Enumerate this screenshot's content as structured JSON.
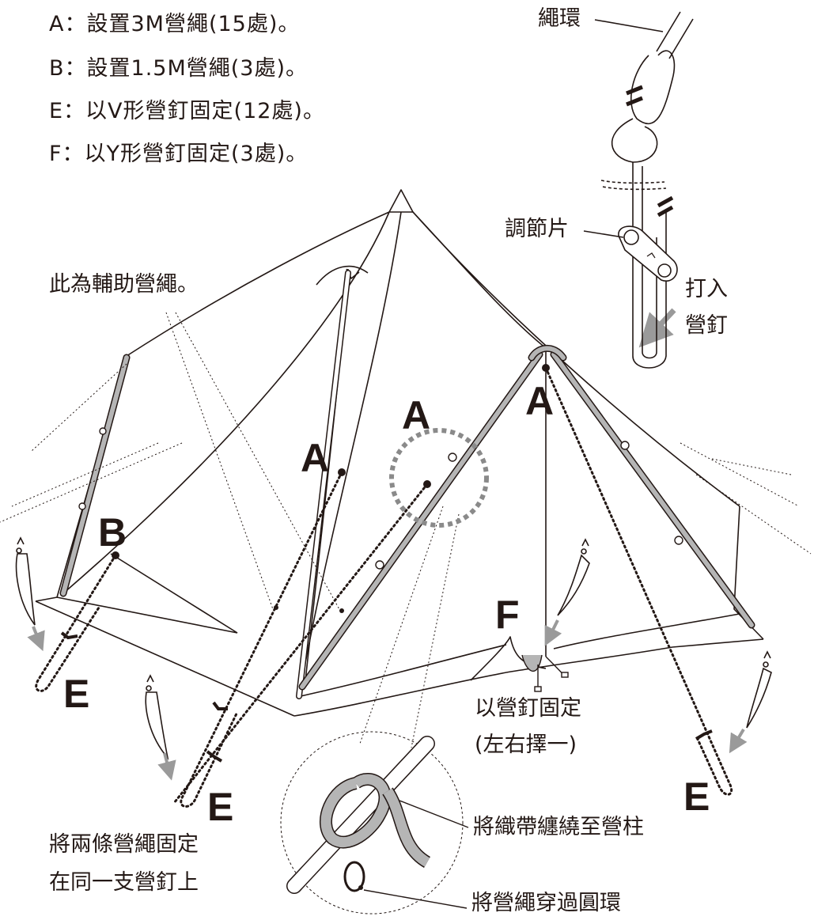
{
  "legend": {
    "a": "A：設置3M營繩(15處)。",
    "b": "B：設置1.5M營繩(3處)。",
    "e": "E：以V形營釘固定(12處)。",
    "f": "F：以Y形營釘固定(3處)。"
  },
  "callouts": {
    "rope_loop": "繩環",
    "adjuster": "調節片",
    "drive_peg_line1": "打入",
    "drive_peg_line2": "營釘",
    "aux_guyline": "此為輔助營繩。",
    "peg_fix_line1": "以營釘固定",
    "peg_fix_line2": "(左右擇一)",
    "two_lines_line1": "將兩條營繩固定",
    "two_lines_line2": "在同一支營釘上",
    "wrap_webbing": "將織帶纏繞至營柱",
    "thread_ring": "將營繩穿過圓環"
  },
  "markers": {
    "a_left": "A",
    "a_middle": "A",
    "a_right": "A",
    "b": "B",
    "f": "F",
    "e_left": "E",
    "e_middle": "E",
    "e_right": "E"
  },
  "colors": {
    "ink": "#231815",
    "pole_gray": "#b5b5b5",
    "callout_circle": "#8a8a8a",
    "arrow_gray": "#9a9a9a"
  }
}
